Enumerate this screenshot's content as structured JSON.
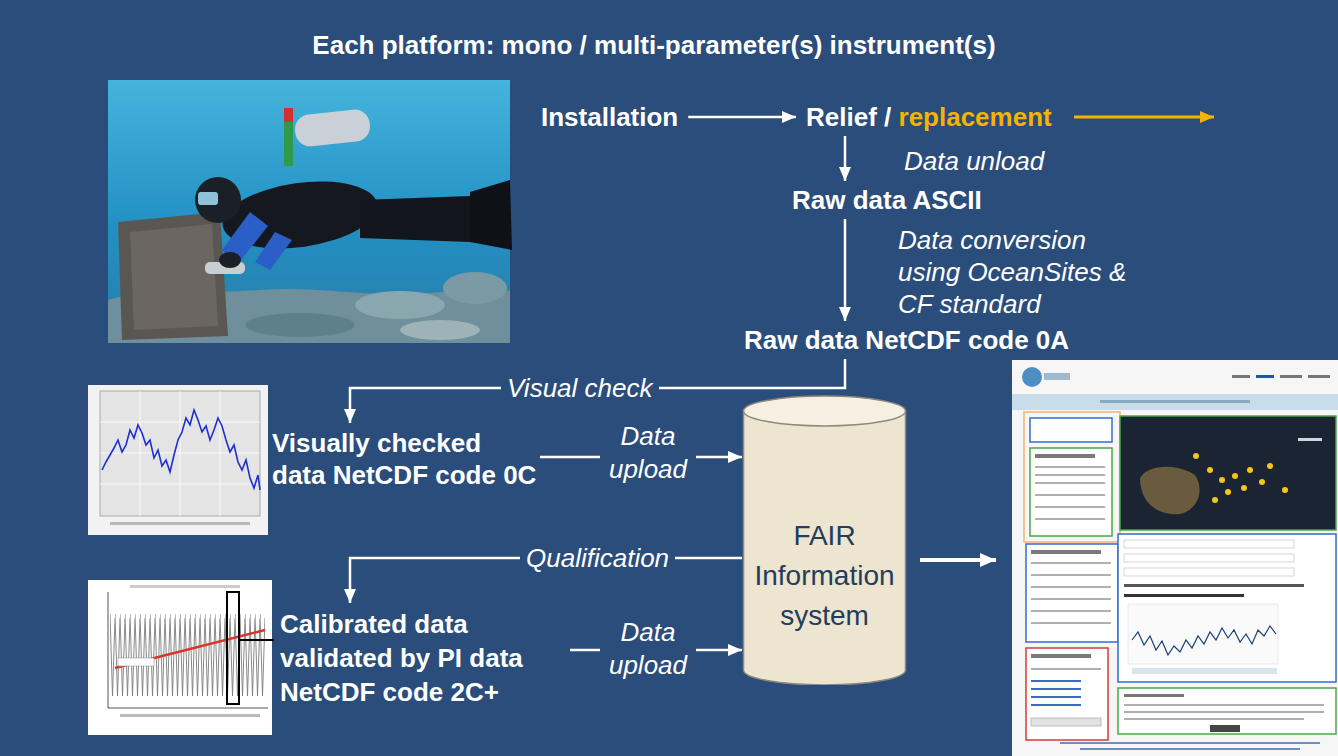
{
  "diagram": {
    "title": "Each platform: mono / multi-parameter(s) instrument(s)",
    "nodes": [
      {
        "text": [
          "Installation"
        ]
      },
      {
        "text": [
          "Relief /",
          "replacement"
        ]
      },
      {
        "text": [
          "Raw data ASCII"
        ]
      },
      {
        "text": [
          "Raw data NetCDF code 0A"
        ]
      },
      {
        "text": [
          "Visually checked data NetCDF code 0C"
        ]
      },
      {
        "text": [
          "FAIR Information system"
        ]
      },
      {
        "text": [
          "Calibrated data validated by PI data NetCDF code 2C+"
        ]
      }
    ],
    "edges": [
      {
        "from": 0,
        "to": 1,
        "arrow": "to"
      },
      {
        "from": 1,
        "to": 2,
        "arrow": "to",
        "label": "Data unload"
      },
      {
        "from": 2,
        "to": 3,
        "arrow": "to",
        "label": "Data conversion using OceanSites & CF standard"
      },
      {
        "from": 3,
        "to": 4,
        "arrow": "to",
        "label": "Visual check"
      },
      {
        "from": 4,
        "to": 5,
        "arrow": "to",
        "label": "Data upload"
      },
      {
        "from": 5,
        "to": 6,
        "arrow": "to",
        "label": "Qualification"
      },
      {
        "from": 6,
        "to": 5,
        "arrow": "to",
        "label": "Data upload"
      }
    ]
  }
}
